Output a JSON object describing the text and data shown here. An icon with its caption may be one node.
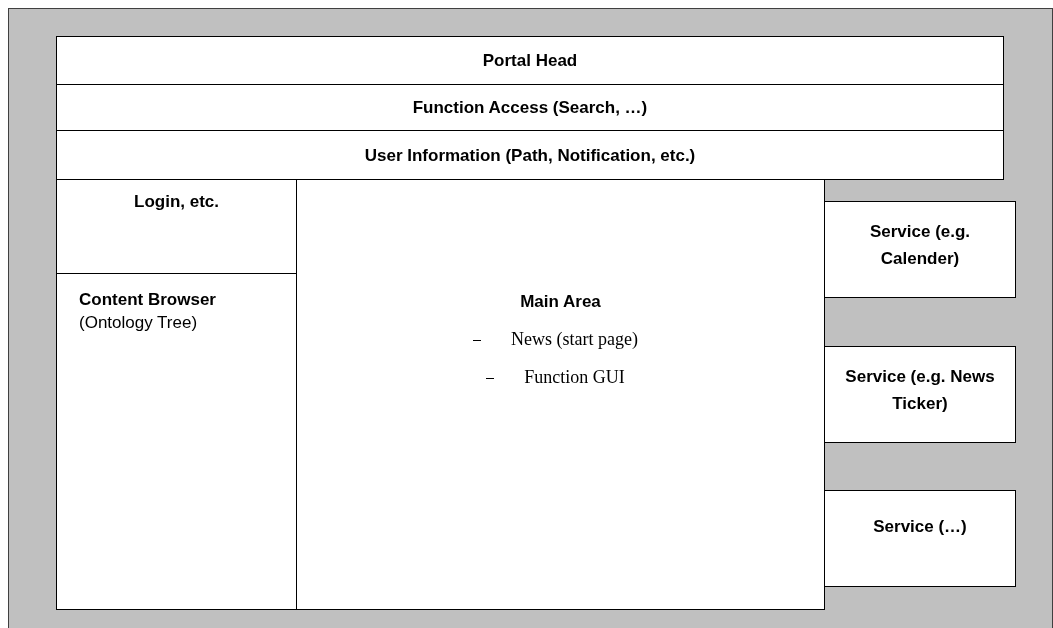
{
  "diagram": {
    "nodes": [
      {
        "text": [
          "Portal Head"
        ]
      },
      {
        "text": [
          "Function Access (Search, …)"
        ]
      },
      {
        "text": [
          "User Information (Path, Notification, etc.)"
        ]
      },
      {
        "text": [
          "Login, etc."
        ]
      },
      {
        "text": [
          "Content Browser",
          "(Ontology Tree)"
        ]
      },
      {
        "text": [
          "Main Area",
          "News (start page)",
          "Function GUI"
        ]
      },
      {
        "text": [
          "Service (e.g. Calender)"
        ]
      },
      {
        "text": [
          "Service (e.g. News Ticker)"
        ]
      },
      {
        "text": [
          "Service (…)"
        ]
      }
    ]
  }
}
